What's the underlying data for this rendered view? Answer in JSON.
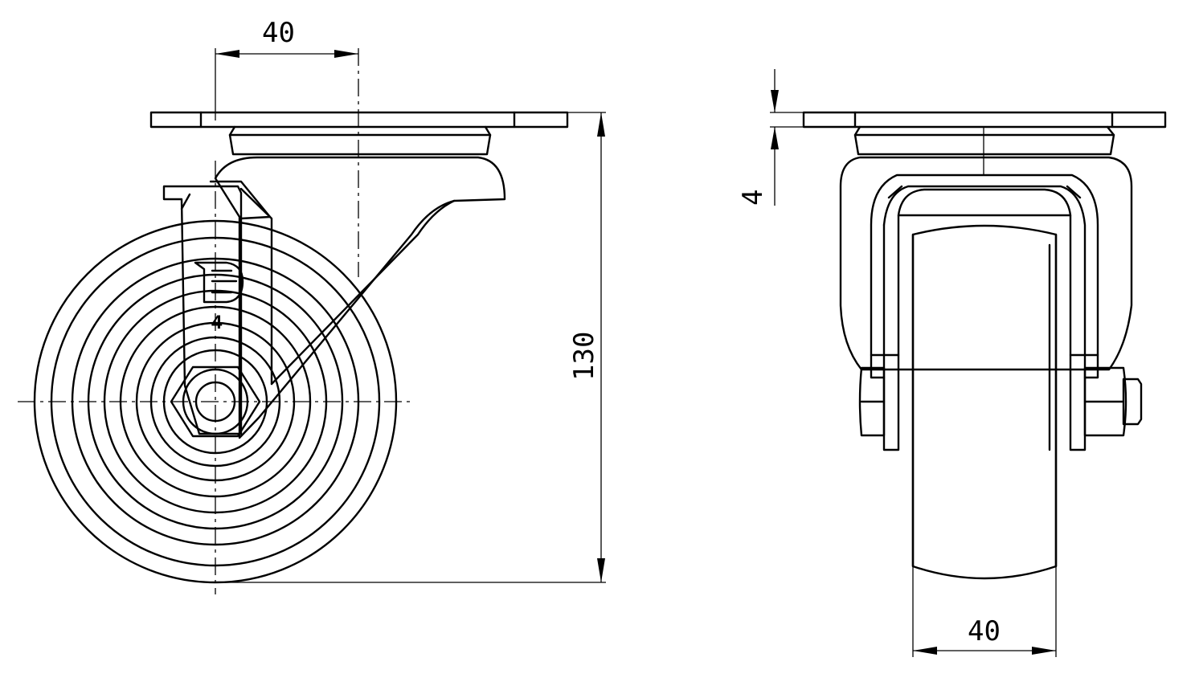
{
  "drawing": {
    "front_view": {
      "dim_offset": "40",
      "dim_height": "130",
      "mark_number": "4"
    },
    "side_view": {
      "dim_plate": "4",
      "dim_wheel_width": "40"
    }
  }
}
